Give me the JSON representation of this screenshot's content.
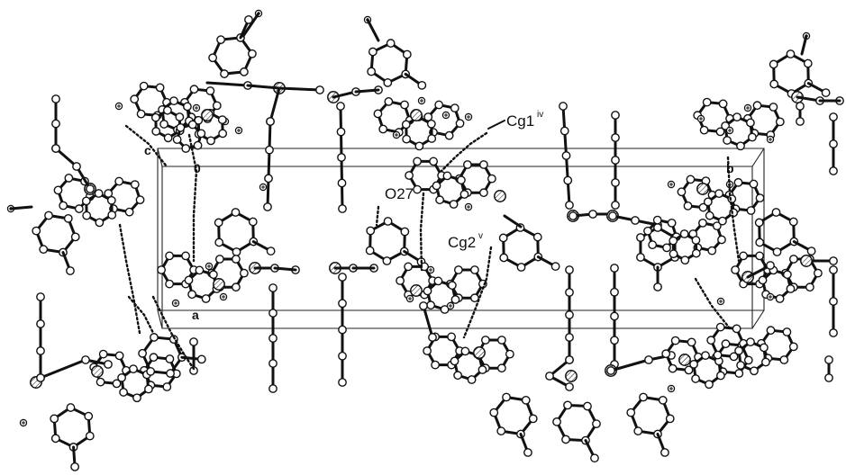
{
  "figure": {
    "labels": {
      "cg1": "Cg1",
      "cg1_sup": "iv",
      "cg2": "Cg2",
      "cg2_sup": "v",
      "o27": "O27"
    },
    "axes": {
      "origin": "0",
      "a": "a",
      "b": "b",
      "c": "c"
    }
  }
}
